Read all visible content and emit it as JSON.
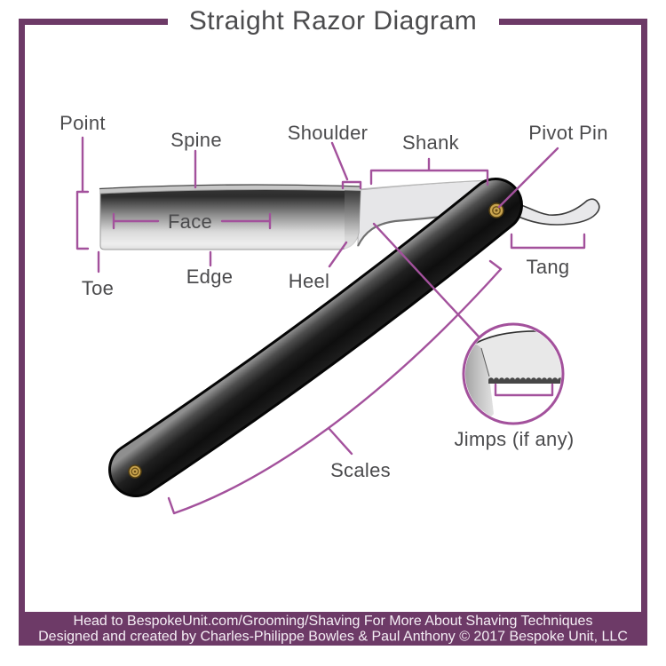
{
  "title": "Straight Razor Diagram",
  "diagram": {
    "labels": {
      "point": "Point",
      "spine": "Spine",
      "shoulder": "Shoulder",
      "shank": "Shank",
      "pivot_pin": "Pivot Pin",
      "face": "Face",
      "edge": "Edge",
      "toe": "Toe",
      "heel": "Heel",
      "tang": "Tang",
      "scales": "Scales",
      "jimps": "Jimps (if any)"
    }
  },
  "footer": {
    "line1": "Head to BespokeUnit.com/Grooming/Shaving For More About Shaving Techniques",
    "line2": "Designed and created by Charles-Philippe Bowles & Paul Anthony © 2017 Bespoke Unit, LLC"
  },
  "colors": {
    "frame_purple": "#6d3a67",
    "leader_purple": "#a3519c",
    "label_text": "#4b4b4d",
    "footer_text": "#f5eef5",
    "pin_brass": "#c9a44f",
    "scales_black": "#0e0e0e",
    "blade_light": "#e8e8e8"
  }
}
